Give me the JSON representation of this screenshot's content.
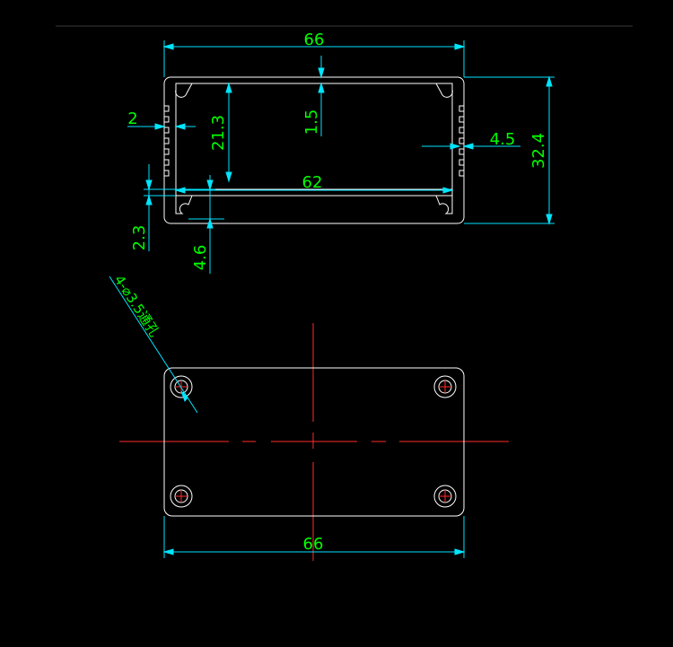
{
  "colors": {
    "background": "#000000",
    "outline": "#ffffff",
    "dimension_line": "#00e5ff",
    "dimension_text": "#00ff00",
    "center_line": "#ff2a2a",
    "divider": "#3a3a3a"
  },
  "profile_view": {
    "dimensions": {
      "overall_width": "66",
      "inner_width": "62",
      "height": "32.4",
      "inner_height": "21.3",
      "wall_top": "1.5",
      "wall_side": "2",
      "fin_depth": "4.5",
      "slot_offset": "2.3",
      "bottom_offset": "4.6"
    }
  },
  "plan_view": {
    "hole_note": "4-⌀3.5通孔",
    "width_dimension": "66"
  }
}
